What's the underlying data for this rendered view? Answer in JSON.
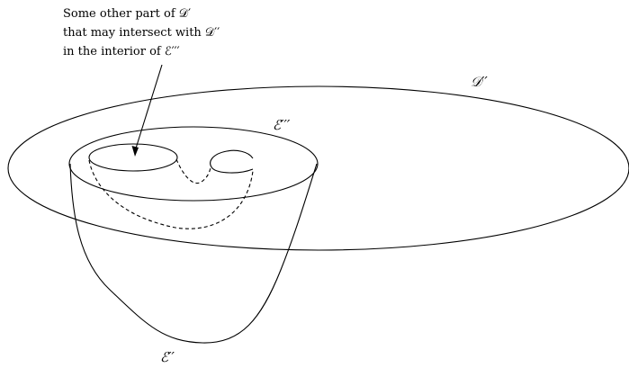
{
  "annotation": {
    "line1": "Some other part of 𝒟′",
    "line2": "that may intersect with 𝒟′′",
    "line3": "in the interior of ℰ′′′"
  },
  "labels": {
    "D_double_prime": "𝒟′′",
    "E_triple_prime": "ℰ′′′",
    "E_double_prime": "ℰ′′"
  }
}
